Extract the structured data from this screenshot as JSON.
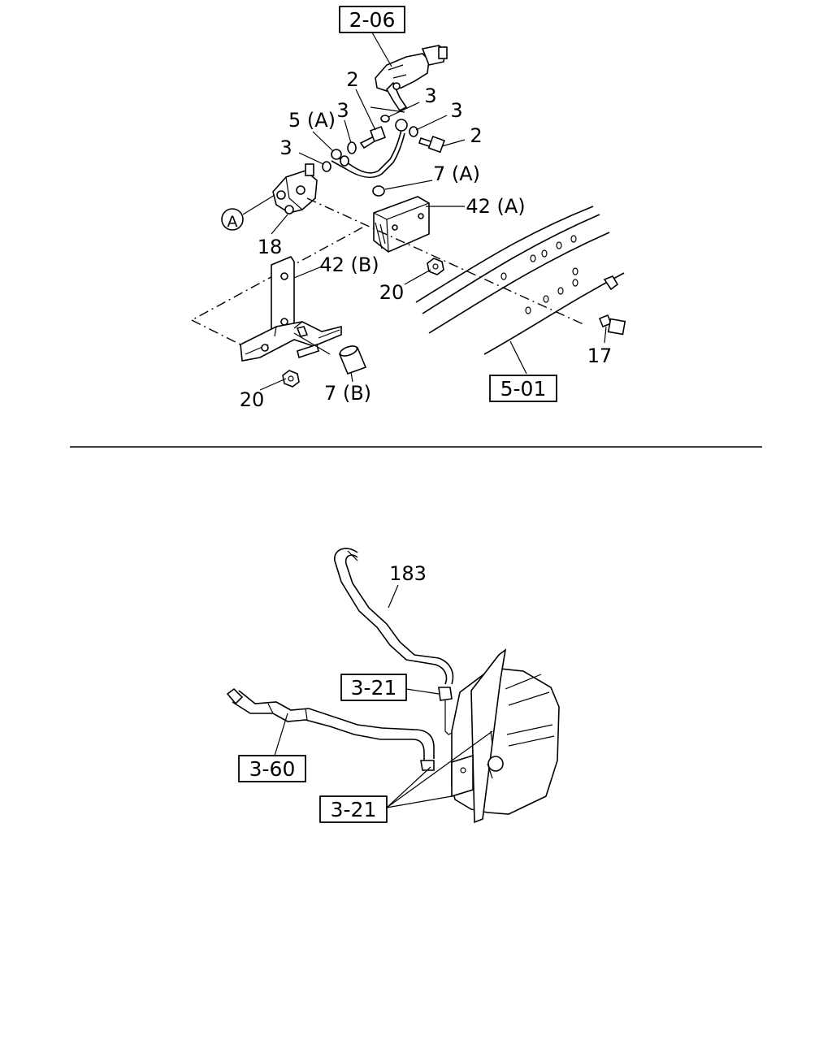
{
  "upper": {
    "refs": {
      "r206": "2-06",
      "r501": "5-01"
    },
    "labels": {
      "l2a": "2",
      "l3a": "3",
      "l3b": "3",
      "l3c": "3",
      "l3d": "3",
      "l2b": "2",
      "l5a": "5 (A)",
      "l7a": "7 (A)",
      "l42a": "42 (A)",
      "lA": "A",
      "l18": "18",
      "l42b": "42 (B)",
      "l20a": "20",
      "l17": "17",
      "l20b": "20",
      "l7b": "7 (B)"
    }
  },
  "lower": {
    "refs": {
      "r321a": "3-21",
      "r360": "3-60",
      "r321b": "3-21"
    },
    "labels": {
      "l183": "183"
    }
  }
}
